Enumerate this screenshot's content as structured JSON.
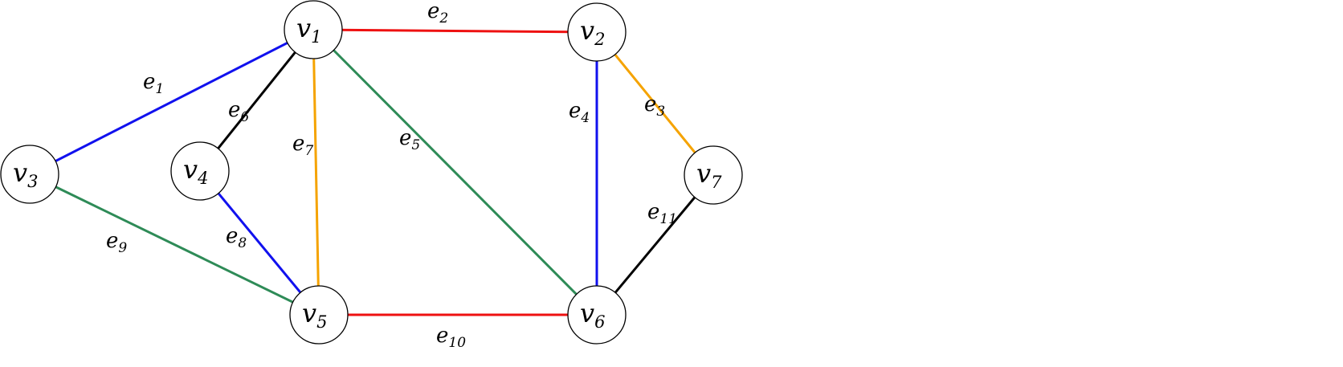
{
  "colors": {
    "red": "#ee1111",
    "blue": "#1111ee",
    "black": "#000000",
    "orange": "#f5a300",
    "green": "#2e8b57"
  },
  "nodes": [
    {
      "id": "v1",
      "base": "v",
      "sub": "1"
    },
    {
      "id": "v2",
      "base": "v",
      "sub": "2"
    },
    {
      "id": "v3",
      "base": "v",
      "sub": "3"
    },
    {
      "id": "v4",
      "base": "v",
      "sub": "4"
    },
    {
      "id": "v5",
      "base": "v",
      "sub": "5"
    },
    {
      "id": "v6",
      "base": "v",
      "sub": "6"
    },
    {
      "id": "v7",
      "base": "v",
      "sub": "7"
    }
  ],
  "edges": [
    {
      "id": "e1",
      "base": "e",
      "sub": "1",
      "from": "v1",
      "to": "v3",
      "color": "blue"
    },
    {
      "id": "e2",
      "base": "e",
      "sub": "2",
      "from": "v1",
      "to": "v2",
      "color": "red"
    },
    {
      "id": "e3",
      "base": "e",
      "sub": "3",
      "from": "v2",
      "to": "v7",
      "color": "orange"
    },
    {
      "id": "e4",
      "base": "e",
      "sub": "4",
      "from": "v2",
      "to": "v6",
      "color": "blue"
    },
    {
      "id": "e5",
      "base": "e",
      "sub": "5",
      "from": "v1",
      "to": "v6",
      "color": "green"
    },
    {
      "id": "e6",
      "base": "e",
      "sub": "6",
      "from": "v1",
      "to": "v4",
      "color": "black"
    },
    {
      "id": "e7",
      "base": "e",
      "sub": "7",
      "from": "v1",
      "to": "v5",
      "color": "orange"
    },
    {
      "id": "e8",
      "base": "e",
      "sub": "8",
      "from": "v4",
      "to": "v5",
      "color": "blue"
    },
    {
      "id": "e9",
      "base": "e",
      "sub": "9",
      "from": "v3",
      "to": "v5",
      "color": "green"
    },
    {
      "id": "e10",
      "base": "e",
      "sub": "10",
      "from": "v5",
      "to": "v6",
      "color": "red"
    },
    {
      "id": "e11",
      "base": "e",
      "sub": "11",
      "from": "v6",
      "to": "v7",
      "color": "black"
    }
  ]
}
